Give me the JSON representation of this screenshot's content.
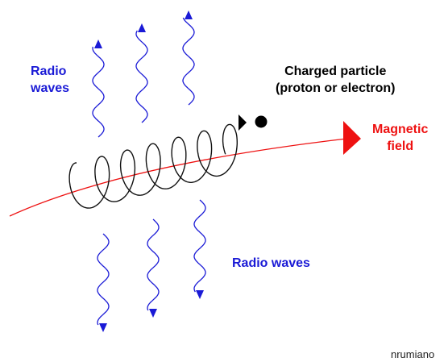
{
  "labels": {
    "radio_waves_top_line1": "Radio",
    "radio_waves_top_line2": "waves",
    "charged_particle_line1": "Charged particle",
    "charged_particle_line2": "(proton or electron)",
    "magnetic_field_line1": "Magnetic",
    "magnetic_field_line2": "field",
    "radio_waves_bottom": "Radio waves",
    "credit": "nrumiano"
  },
  "colors": {
    "wave": "#1a1ad6",
    "field": "#ee1111",
    "helix": "#111111",
    "particle": "#000000"
  }
}
